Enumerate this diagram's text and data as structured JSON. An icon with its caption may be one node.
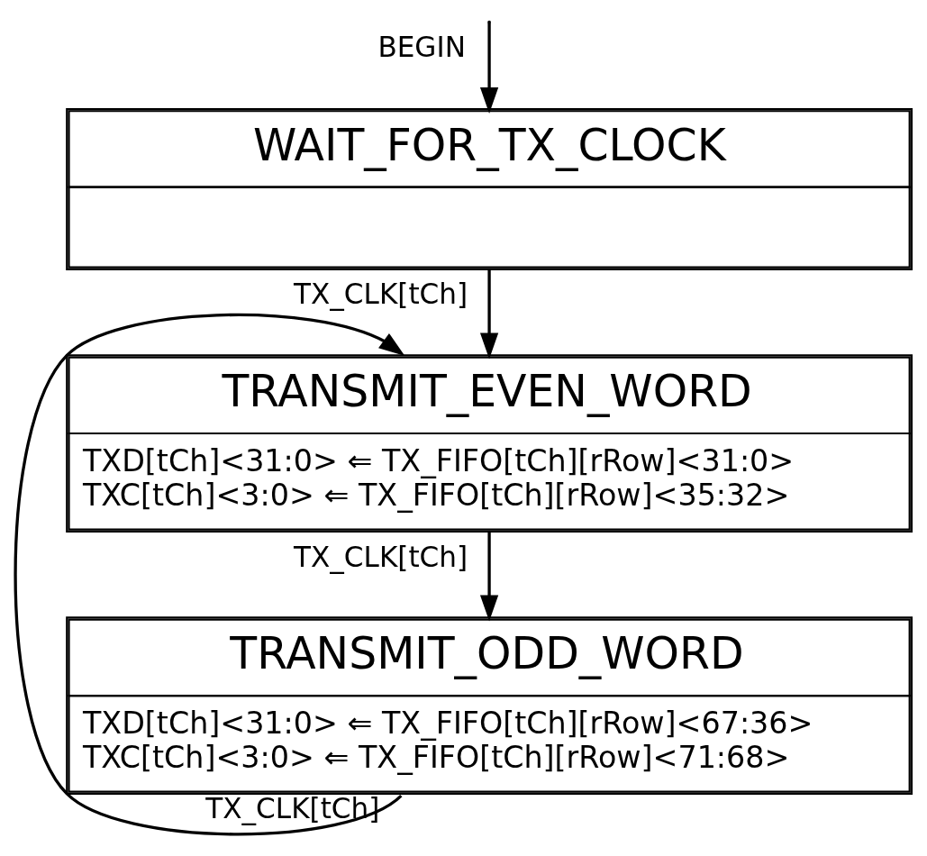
{
  "diagram": {
    "nodes": [
      {
        "text": [
          "WAIT_FOR_TX_CLOCK"
        ]
      },
      {
        "text": [
          "TRANSMIT_EVEN_WORD",
          "TXD[tCh]<31:0> ⇐ TX_FIFO[tCh][rRow]<31:0>",
          "TXC[tCh]<3:0> ⇐ TX_FIFO[tCh][rRow]<35:32>"
        ]
      },
      {
        "text": [
          "TRANSMIT_ODD_WORD",
          "TXD[tCh]<31:0> ⇐ TX_FIFO[tCh][rRow]<67:36>",
          "TXC[tCh]<3:0> ⇐ TX_FIFO[tCh][rRow]<71:68>"
        ]
      }
    ],
    "edges": [
      {
        "from": null,
        "to": 0,
        "arrow": "to",
        "label": "BEGIN"
      },
      {
        "from": 0,
        "to": 1,
        "arrow": "to",
        "label": "TX_CLK[tCh]"
      },
      {
        "from": 1,
        "to": 2,
        "arrow": "to",
        "label": "TX_CLK[tCh]"
      },
      {
        "from": 2,
        "to": 1,
        "arrow": "to",
        "label": "TX_CLK[tCh]"
      }
    ]
  }
}
